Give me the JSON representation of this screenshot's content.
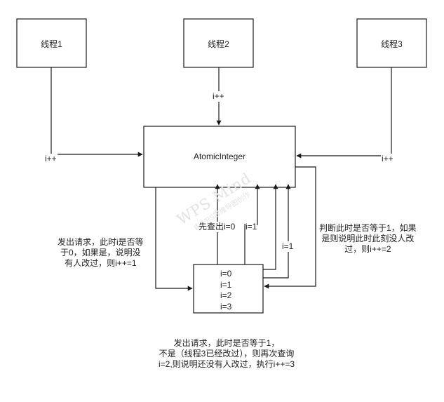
{
  "threads": {
    "thread1": "线程1",
    "thread2": "线程2",
    "thread3": "线程3"
  },
  "atomic_box": "AtomicInteger",
  "increment_labels": {
    "left": "i++",
    "top": "i++",
    "right": "i++"
  },
  "state_box": {
    "values": [
      "i=0",
      "i=1",
      "i=2",
      "i=3"
    ]
  },
  "arrow_labels": {
    "first_check": "先查出i=0",
    "i_eq_1_a": "i=1",
    "i_eq_1_b": "i=1"
  },
  "notes": {
    "left": [
      "发出请求，此时i是否等",
      "于0，如果是，说明没",
      "有人改过，则i++=1"
    ],
    "right": [
      "判断此时是否等于1，如果",
      "是则说明此时此刻没人改",
      "过，则i++=2"
    ],
    "bottom": [
      "发出请求，此时是否等于1，",
      "不是（线程3已经改过），则再次查询",
      "i=2,则说明还没有人改过，执行i++=3"
    ]
  },
  "watermark": {
    "main": "WPS Mind",
    "sub": "由WPS思维导图创作"
  },
  "colors": {
    "stroke": "#1a1a1a",
    "background": "#ffffff",
    "watermark": "#e3e3e3"
  }
}
